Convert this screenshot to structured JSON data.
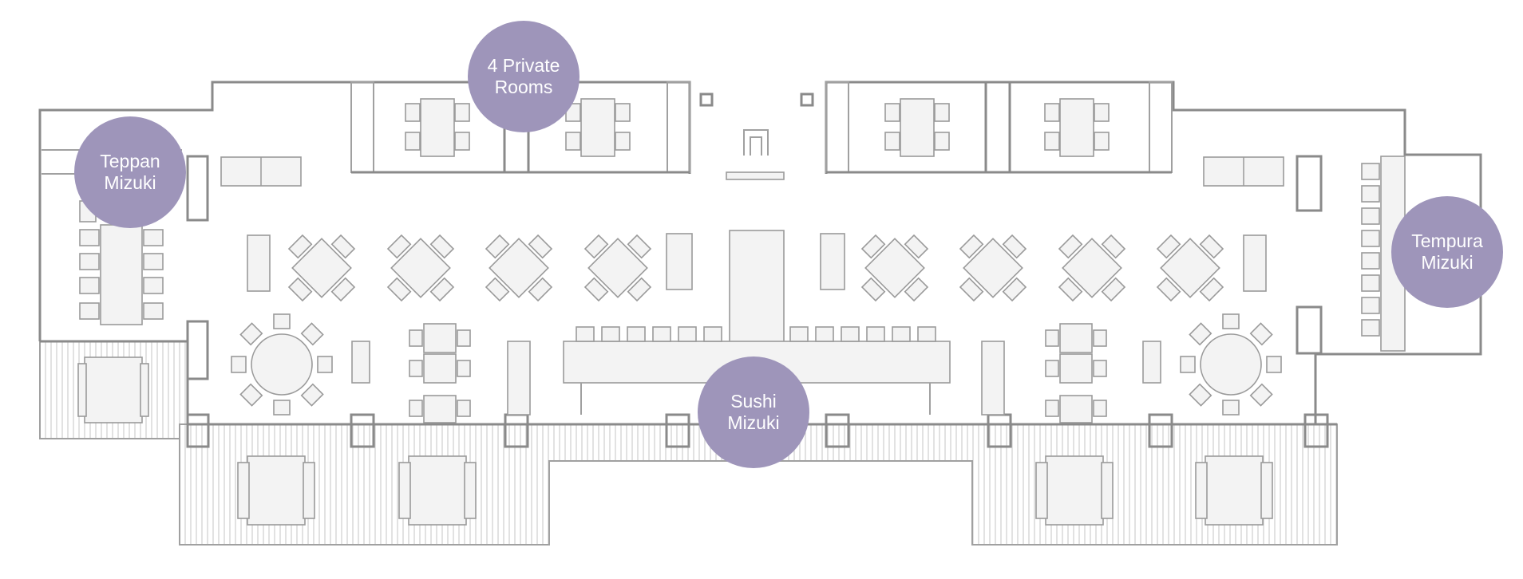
{
  "floor_plan": {
    "areas": [
      {
        "key": "private",
        "lines": [
          "4 Private",
          "Rooms"
        ]
      },
      {
        "key": "teppan",
        "lines": [
          "Teppan",
          "Mizuki"
        ]
      },
      {
        "key": "tempura",
        "lines": [
          "Tempura",
          "Mizuki"
        ]
      },
      {
        "key": "sushi",
        "lines": [
          "Sushi",
          "Mizuki"
        ]
      }
    ],
    "colors": {
      "badge": "#9e95ba",
      "walls": "#8a8a8a",
      "furniture": "#f3f3f3"
    }
  }
}
